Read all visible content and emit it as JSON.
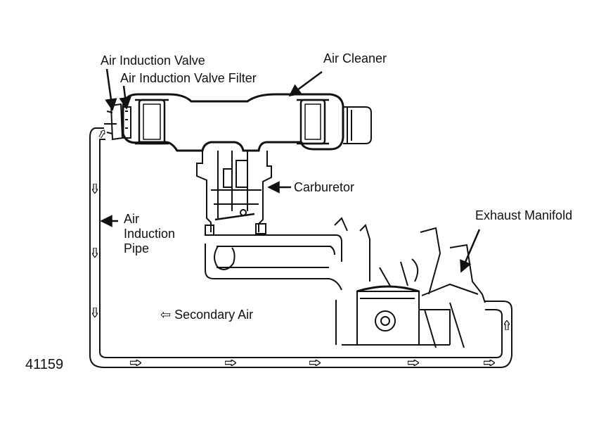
{
  "labels": {
    "air_induction_valve": "Air Induction Valve",
    "air_induction_valve_filter": "Air Induction Valve Filter",
    "air_cleaner": "Air Cleaner",
    "carburetor": "Carburetor",
    "exhaust_manifold": "Exhaust Manifold",
    "air_induction_pipe_line1": "Air",
    "air_induction_pipe_line2": "Induction",
    "air_induction_pipe_line3": "Pipe",
    "secondary_air": "Secondary Air",
    "secondary_air_symbol": "⇦",
    "figure_number": "41159"
  },
  "colors": {
    "ink": "#111111",
    "paper": "#ffffff"
  }
}
